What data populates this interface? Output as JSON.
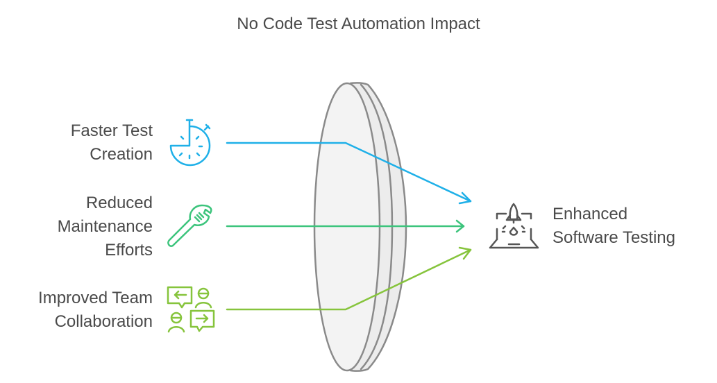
{
  "title": "No Code Test Automation Impact",
  "inputs": [
    {
      "lines": [
        "Faster Test",
        "Creation"
      ],
      "icon": "stopwatch-icon",
      "color": "#1fb0e8"
    },
    {
      "lines": [
        "Reduced",
        "Maintenance",
        "Efforts"
      ],
      "icon": "wrench-icon",
      "color": "#3cc47c"
    },
    {
      "lines": [
        "Improved Team",
        "Collaboration"
      ],
      "icon": "team-chat-icon",
      "color": "#86c43c"
    }
  ],
  "output": {
    "lines": [
      "Enhanced",
      "Software Testing"
    ],
    "icon": "laptop-rocket-icon",
    "color": "#555555"
  }
}
